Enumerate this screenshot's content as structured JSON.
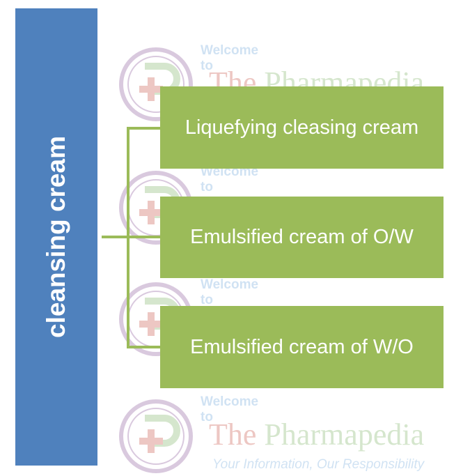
{
  "diagram": {
    "root": {
      "label": "cleansing cream",
      "color": "#4f81bd"
    },
    "children": [
      {
        "label": "Liquefying cleasing cream"
      },
      {
        "label": "Emulsified cream of O/W"
      },
      {
        "label": "Emulsified cream of W/O"
      }
    ],
    "child_color": "#9bbb59",
    "connector_color": "#9bbb59"
  },
  "watermark": {
    "welcome": "Welcome to",
    "title_part1": "The",
    "title_part2": "Pharmapedia",
    "tagline": "Your Information, Our Responsibility",
    "logo_icon": "pharmacy-cross-logo-icon"
  }
}
